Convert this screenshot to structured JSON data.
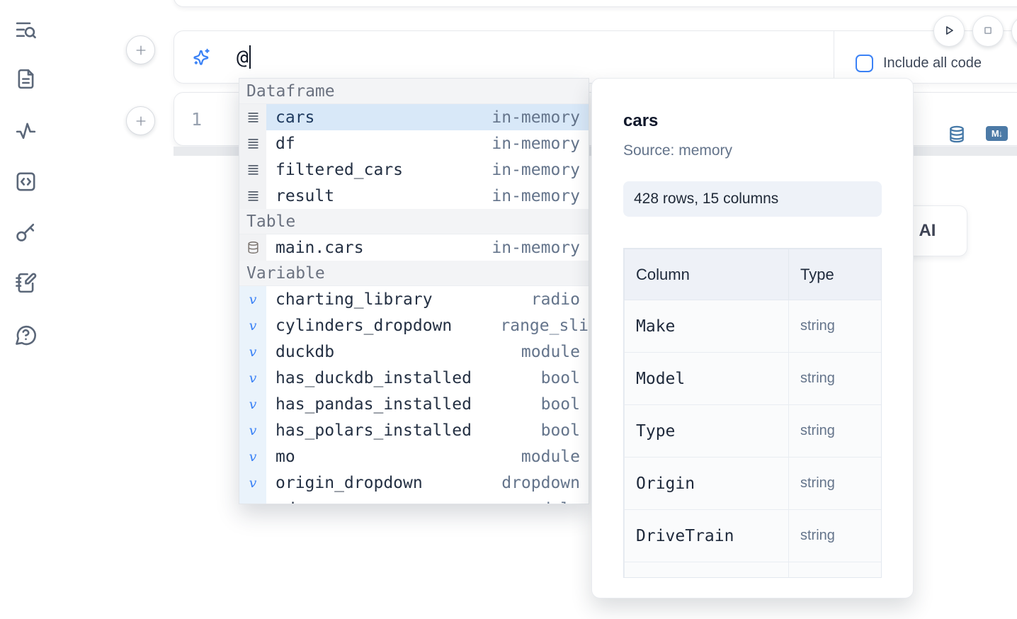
{
  "colors": {
    "accent_blue": "#3b82f6",
    "steel_blue_icon": "#4c7aa6",
    "selection_blue": "#d8e8f8",
    "sidebar_icon": "#5b6779",
    "muted_text": "#64748b",
    "dark_text": "#1f2937",
    "header_bg": "#f3f4f6"
  },
  "icons": {
    "sidebar": [
      "list-search-icon",
      "file-text-icon",
      "activity-icon",
      "code-cell-icon",
      "key-icon",
      "scratchpad-icon",
      "help-chat-icon"
    ],
    "prompt": "sparkles-icon",
    "run": [
      "play-icon",
      "stop-icon"
    ],
    "code_cell": [
      "database-icon",
      "markdown-badge-icon"
    ],
    "dropdown": [
      "dataframe-rows-icon",
      "database-icon",
      "variable-v-icon"
    ]
  },
  "prompt": {
    "value": "@",
    "include_all_code_label": "Include all code",
    "checkbox_checked": false
  },
  "editor": {
    "line_number": "1"
  },
  "markdown_badge": "M↓",
  "ai_card": {
    "visible_fragment": "l AI"
  },
  "autocomplete": {
    "sections": [
      {
        "label": "Dataframe",
        "items": [
          {
            "name": "cars",
            "type": "in-memory",
            "selected": true
          },
          {
            "name": "df",
            "type": "in-memory"
          },
          {
            "name": "filtered_cars",
            "type": "in-memory"
          },
          {
            "name": "result",
            "type": "in-memory"
          }
        ]
      },
      {
        "label": "Table",
        "items": [
          {
            "name": "main.cars",
            "type": "in-memory"
          }
        ]
      },
      {
        "label": "Variable",
        "items": [
          {
            "name": "charting_library",
            "type": "radio"
          },
          {
            "name": "cylinders_dropdown",
            "type": "range_sli"
          },
          {
            "name": "duckdb",
            "type": "module"
          },
          {
            "name": "has_duckdb_installed",
            "type": "bool"
          },
          {
            "name": "has_pandas_installed",
            "type": "bool"
          },
          {
            "name": "has_polars_installed",
            "type": "bool"
          },
          {
            "name": "mo",
            "type": "module"
          },
          {
            "name": "origin_dropdown",
            "type": "dropdown"
          },
          {
            "name": "pd",
            "type": "module",
            "partial": true
          }
        ]
      }
    ]
  },
  "preview": {
    "title": "cars",
    "source": "Source: memory",
    "shape_badge": "428 rows, 15 columns",
    "table": {
      "headers": [
        "Column",
        "Type"
      ],
      "rows": [
        [
          "Make",
          "string"
        ],
        [
          "Model",
          "string"
        ],
        [
          "Type",
          "string"
        ],
        [
          "Origin",
          "string"
        ],
        [
          "DriveTrain",
          "string"
        ]
      ]
    }
  }
}
